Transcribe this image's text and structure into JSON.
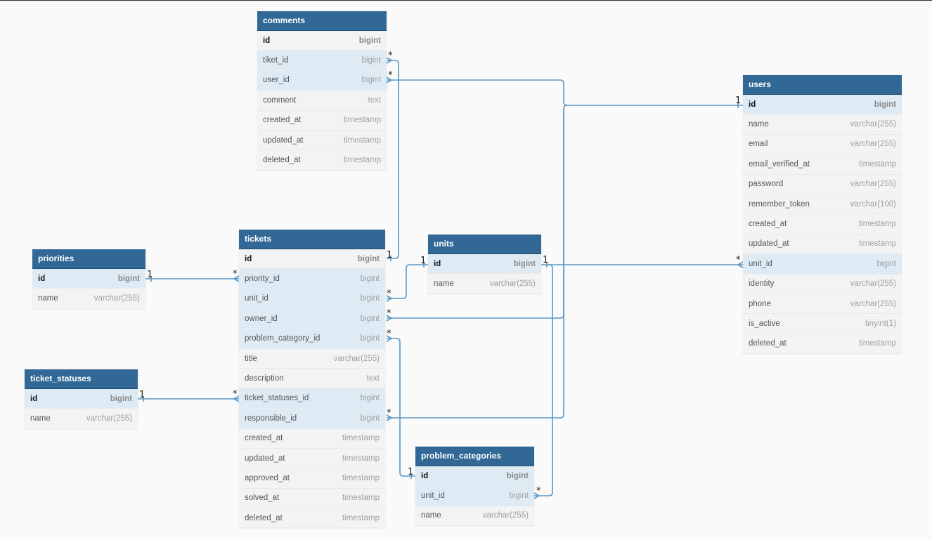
{
  "tables": [
    {
      "id": "comments",
      "name": "comments",
      "columns": [
        {
          "name": "id",
          "type": "bigint",
          "pk": true
        },
        {
          "name": "tiket_id",
          "type": "bigint",
          "hl": true
        },
        {
          "name": "user_id",
          "type": "bigint",
          "hl": true
        },
        {
          "name": "comment",
          "type": "text"
        },
        {
          "name": "created_at",
          "type": "timestamp"
        },
        {
          "name": "updated_at",
          "type": "timestamp"
        },
        {
          "name": "deleted_at",
          "type": "timestamp"
        }
      ]
    },
    {
      "id": "users",
      "name": "users",
      "columns": [
        {
          "name": "id",
          "type": "bigint",
          "pk": true,
          "hl": true
        },
        {
          "name": "name",
          "type": "varchar(255)"
        },
        {
          "name": "email",
          "type": "varchar(255)"
        },
        {
          "name": "email_verified_at",
          "type": "timestamp"
        },
        {
          "name": "password",
          "type": "varchar(255)"
        },
        {
          "name": "remember_token",
          "type": "varchar(100)"
        },
        {
          "name": "created_at",
          "type": "timestamp"
        },
        {
          "name": "updated_at",
          "type": "timestamp"
        },
        {
          "name": "unit_id",
          "type": "bigint",
          "hl": true
        },
        {
          "name": "identity",
          "type": "varchar(255)"
        },
        {
          "name": "phone",
          "type": "varchar(255)"
        },
        {
          "name": "is_active",
          "type": "tinyint(1)"
        },
        {
          "name": "deleted_at",
          "type": "timestamp"
        }
      ]
    },
    {
      "id": "priorities",
      "name": "priorities",
      "columns": [
        {
          "name": "id",
          "type": "bigint",
          "pk": true,
          "hl": true
        },
        {
          "name": "name",
          "type": "varchar(255)"
        }
      ]
    },
    {
      "id": "tickets",
      "name": "tickets",
      "columns": [
        {
          "name": "id",
          "type": "bigint",
          "pk": true
        },
        {
          "name": "priority_id",
          "type": "bigint",
          "hl": true
        },
        {
          "name": "unit_id",
          "type": "bigint",
          "hl": true
        },
        {
          "name": "owner_id",
          "type": "bigint",
          "hl": true
        },
        {
          "name": "problem_category_id",
          "type": "bigint",
          "hl": true
        },
        {
          "name": "title",
          "type": "varchar(255)"
        },
        {
          "name": "description",
          "type": "text"
        },
        {
          "name": "ticket_statuses_id",
          "type": "bigint",
          "hl": true
        },
        {
          "name": "responsible_id",
          "type": "bigint",
          "hl": true
        },
        {
          "name": "created_at",
          "type": "timestamp"
        },
        {
          "name": "updated_at",
          "type": "timestamp"
        },
        {
          "name": "approved_at",
          "type": "timestamp"
        },
        {
          "name": "solved_at",
          "type": "timestamp"
        },
        {
          "name": "deleted_at",
          "type": "timestamp"
        }
      ]
    },
    {
      "id": "units",
      "name": "units",
      "columns": [
        {
          "name": "id",
          "type": "bigint",
          "pk": true,
          "hl": true
        },
        {
          "name": "name",
          "type": "varchar(255)"
        }
      ]
    },
    {
      "id": "ticket_statuses",
      "name": "ticket_statuses",
      "columns": [
        {
          "name": "id",
          "type": "bigint",
          "pk": true,
          "hl": true
        },
        {
          "name": "name",
          "type": "varchar(255)"
        }
      ]
    },
    {
      "id": "problem_categories",
      "name": "problem_categories",
      "columns": [
        {
          "name": "id",
          "type": "bigint",
          "pk": true,
          "hl": true
        },
        {
          "name": "unit_id",
          "type": "bigint",
          "hl": true
        },
        {
          "name": "name",
          "type": "varchar(255)"
        }
      ]
    }
  ],
  "relationships": [
    {
      "from": "comments.tiket_id",
      "to": "tickets.id",
      "from_card": "*",
      "to_card": "1"
    },
    {
      "from": "comments.user_id",
      "to": "users.id",
      "from_card": "*",
      "to_card": "1"
    },
    {
      "from": "tickets.priority_id",
      "to": "priorities.id",
      "from_card": "*",
      "to_card": "1"
    },
    {
      "from": "tickets.unit_id",
      "to": "units.id",
      "from_card": "*",
      "to_card": "1"
    },
    {
      "from": "tickets.owner_id",
      "to": "users.id",
      "from_card": "*",
      "to_card": "1"
    },
    {
      "from": "tickets.problem_category_id",
      "to": "problem_categories.id",
      "from_card": "*",
      "to_card": "1"
    },
    {
      "from": "tickets.ticket_statuses_id",
      "to": "ticket_statuses.id",
      "from_card": "*",
      "to_card": "1"
    },
    {
      "from": "tickets.responsible_id",
      "to": "users.id",
      "from_card": "*",
      "to_card": "1"
    },
    {
      "from": "users.unit_id",
      "to": "units.id",
      "from_card": "*",
      "to_card": "1"
    },
    {
      "from": "problem_categories.unit_id",
      "to": "units.id",
      "from_card": "*",
      "to_card": "1"
    }
  ]
}
